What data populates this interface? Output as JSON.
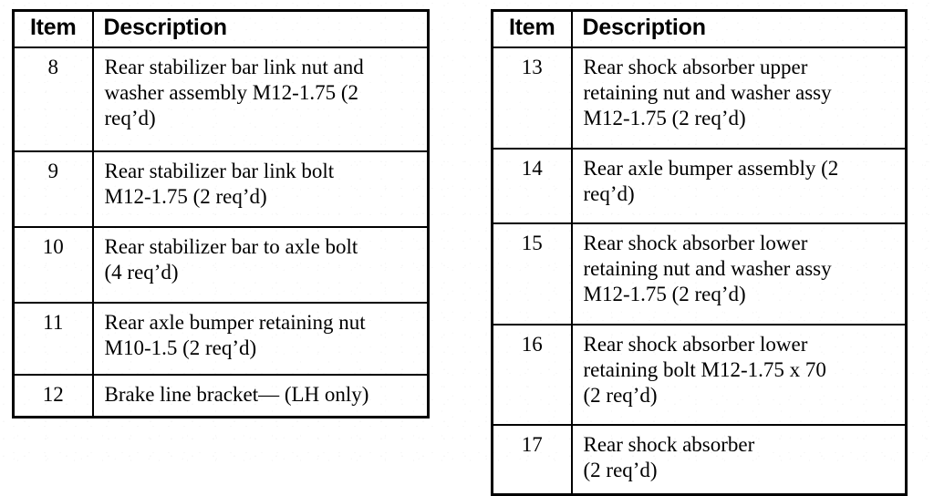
{
  "document": {
    "type": "parts-list",
    "background_color": "#ffffff",
    "text_color": "#000000",
    "border_color": "#000000"
  },
  "tables": [
    {
      "id": "table-left",
      "columns": {
        "item": "Item",
        "description": "Description"
      },
      "rows": [
        {
          "item": "8",
          "description": "Rear stabilizer bar link nut and\nwasher assembly M12-1.75 (2\nreq’d)"
        },
        {
          "item": "9",
          "description": "Rear stabilizer bar link bolt\nM12-1.75 (2 req’d)"
        },
        {
          "item": "10",
          "description": "Rear stabilizer bar to axle bolt\n(4 req’d)"
        },
        {
          "item": "11",
          "description": "Rear axle bumper retaining nut\nM10-1.5 (2 req’d)"
        },
        {
          "item": "12",
          "description": "Brake line bracket— (LH only)"
        }
      ]
    },
    {
      "id": "table-right",
      "columns": {
        "item": "Item",
        "description": "Description"
      },
      "rows": [
        {
          "item": "13",
          "description": "Rear shock absorber upper\nretaining nut and washer assy\nM12-1.75 (2 req’d)"
        },
        {
          "item": "14",
          "description": "Rear axle bumper assembly (2\nreq’d)"
        },
        {
          "item": "15",
          "description": "Rear shock absorber lower\nretaining nut and washer assy\nM12-1.75 (2 req’d)"
        },
        {
          "item": "16",
          "description": "Rear shock absorber lower\nretaining bolt M12-1.75 x 70\n(2 req’d)"
        },
        {
          "item": "17",
          "description": "Rear shock absorber\n(2 req’d)"
        }
      ]
    }
  ]
}
